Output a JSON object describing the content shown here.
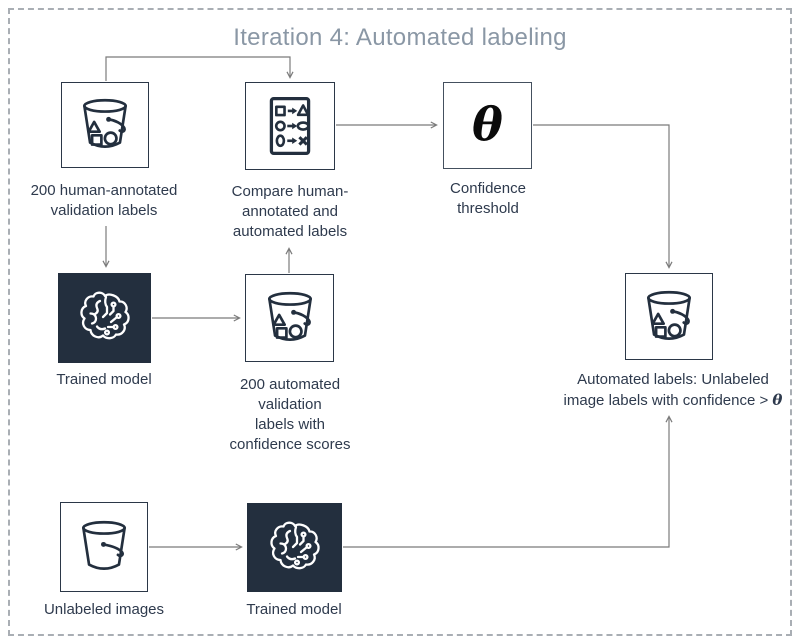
{
  "title": "Iteration 4: Automated labeling",
  "colors": {
    "accent_dark": "#232f3e",
    "icon_stroke": "#232f3e",
    "connector": "#7b7b7b",
    "title_text": "#8a97a5",
    "label_text": "#2e3a4d",
    "frame_dash": "#a9aeb4"
  },
  "nodes": {
    "human_labels": {
      "icon": "bucket-shapes-icon",
      "label": [
        "200 human-annotated",
        "validation labels"
      ]
    },
    "compare": {
      "icon": "compare-labels-icon",
      "label": [
        "Compare human-",
        "annotated and",
        "automated labels"
      ]
    },
    "threshold": {
      "icon": "theta-symbol",
      "symbol": "θ",
      "label": [
        "Confidence",
        "threshold"
      ]
    },
    "trained_model_top": {
      "icon": "brain-circuit-icon",
      "label": [
        "Trained model"
      ]
    },
    "automated_validation": {
      "icon": "bucket-shapes-icon",
      "label": [
        "200 automated",
        "validation",
        "labels with",
        "confidence scores"
      ]
    },
    "output_labels": {
      "icon": "bucket-shapes-icon",
      "label1": "Automated labels: Unlabeled",
      "label2_prefix": "image labels with confidence > ",
      "theta": "θ"
    },
    "unlabeled_images": {
      "icon": "bucket-plain-icon",
      "label": [
        "Unlabeled images"
      ]
    },
    "trained_model_bottom": {
      "icon": "brain-circuit-icon",
      "label": [
        "Trained model"
      ]
    }
  },
  "connections": [
    {
      "from": "human_labels",
      "to": "compare"
    },
    {
      "from": "compare",
      "to": "threshold"
    },
    {
      "from": "threshold",
      "to": "output_labels"
    },
    {
      "from": "human_labels",
      "to": "trained_model_top"
    },
    {
      "from": "trained_model_top",
      "to": "automated_validation"
    },
    {
      "from": "automated_validation",
      "to": "compare"
    },
    {
      "from": "unlabeled_images",
      "to": "trained_model_bottom"
    },
    {
      "from": "trained_model_bottom",
      "to": "output_labels"
    }
  ]
}
